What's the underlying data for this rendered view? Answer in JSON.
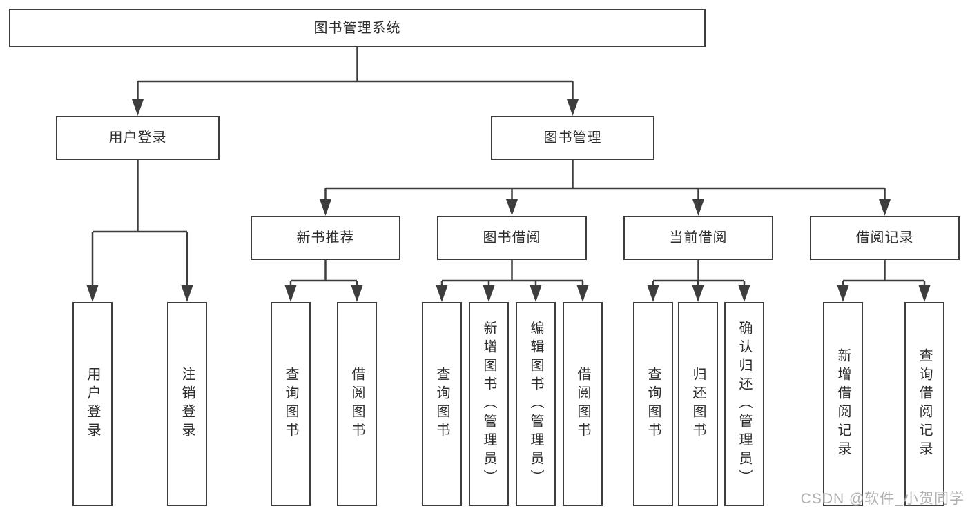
{
  "diagram": {
    "root": {
      "label": "图书管理系统"
    },
    "level2": [
      {
        "id": "user-login",
        "label": "用户登录"
      },
      {
        "id": "book-management",
        "label": "图书管理"
      }
    ],
    "level3": [
      {
        "id": "new-book-recommend",
        "label": "新书推荐"
      },
      {
        "id": "book-borrow",
        "label": "图书借阅"
      },
      {
        "id": "current-borrow",
        "label": "当前借阅"
      },
      {
        "id": "borrow-records",
        "label": "借阅记录"
      }
    ],
    "leaves": {
      "user_login": [
        "用户登录",
        "注销登录"
      ],
      "new_book_recommend": [
        "查询图书",
        "借阅图书"
      ],
      "book_borrow": [
        "查询图书",
        "新增图书（管理员）",
        "编辑图书（管理员）",
        "借阅图书"
      ],
      "current_borrow": [
        "查询图书",
        "归还图书",
        "确认归还（管理员）"
      ],
      "borrow_records": [
        "新增借阅记录",
        "查询借阅记录"
      ]
    }
  },
  "watermark": {
    "text": "CSDN @软件_小贺同学"
  },
  "colors": {
    "line": "#3d3d3d",
    "text": "#2d2d2d",
    "watermark": "#b0b0b0",
    "background": "#ffffff"
  }
}
